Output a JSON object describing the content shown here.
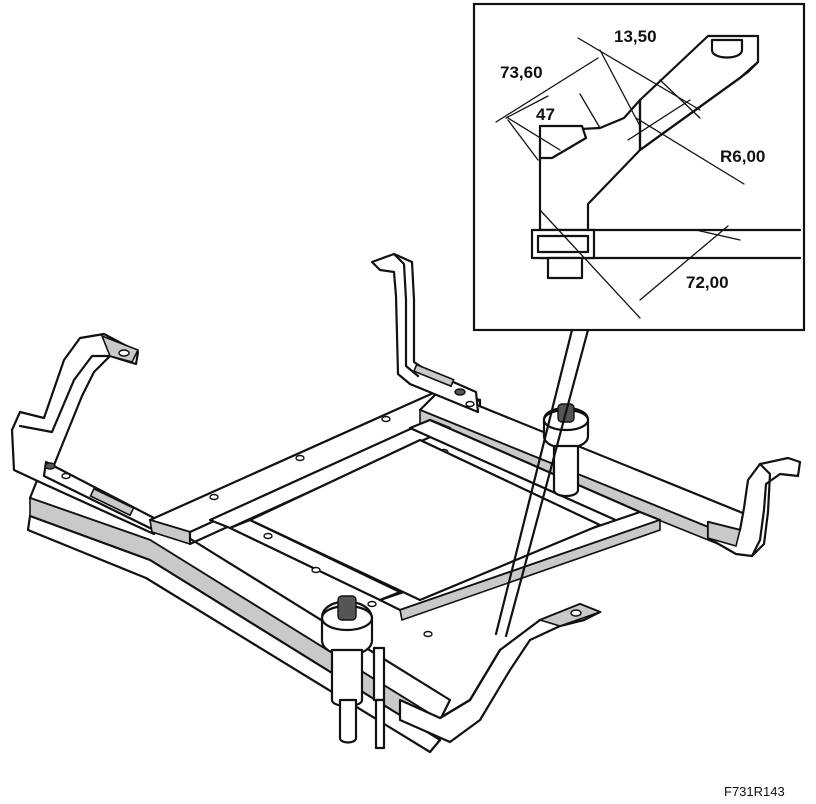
{
  "dimensions": {
    "d1": "13,50",
    "d2": "73,60",
    "d3": "47",
    "d4": "R6,00",
    "d5": "72,00"
  },
  "figure_ref": "F731R143"
}
